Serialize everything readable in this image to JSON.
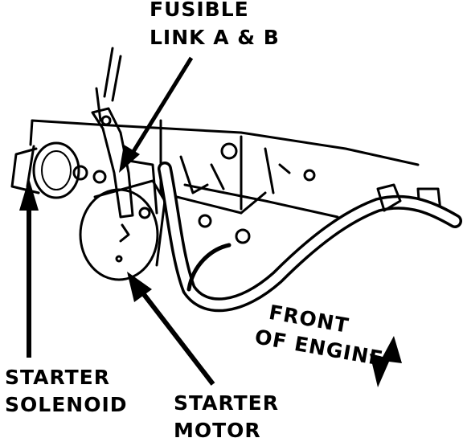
{
  "labels": {
    "fusible_link_line1": "FUSIBLE",
    "fusible_link_line2": "LINK A & B",
    "starter_solenoid_line1": "STARTER",
    "starter_solenoid_line2": "SOLENOID",
    "starter_motor_line1": "STARTER",
    "starter_motor_line2": "MOTOR",
    "front_line1": "FRONT",
    "front_line2": "OF ENGINE"
  },
  "colors": {
    "ink": "#000000",
    "paper": "#ffffff"
  }
}
